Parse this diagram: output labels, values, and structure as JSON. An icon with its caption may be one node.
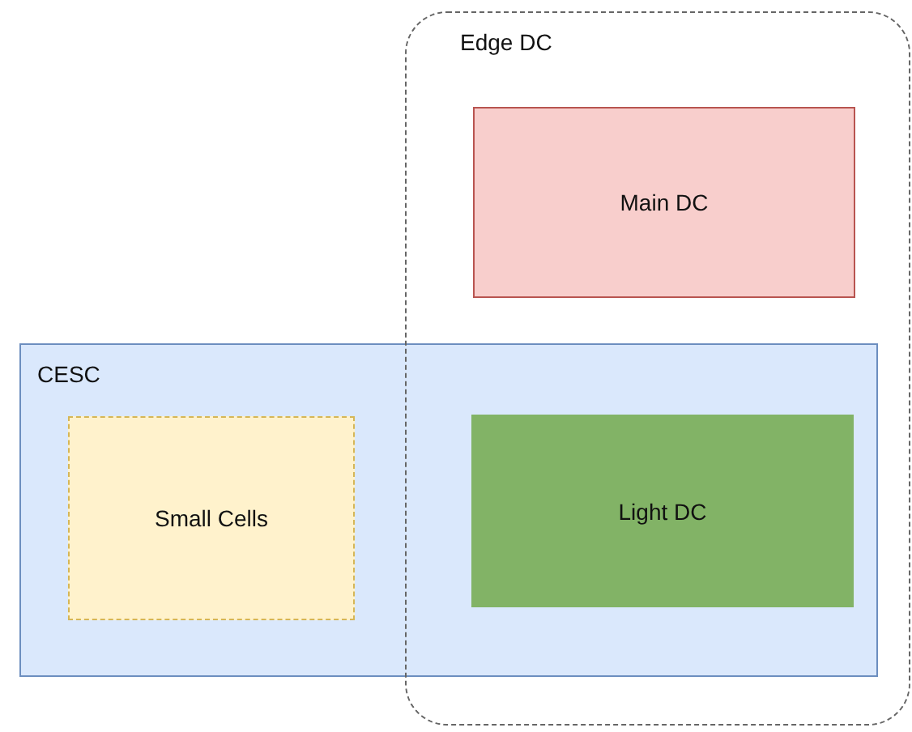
{
  "diagram": {
    "nodes": [
      {
        "text": [
          "Edge DC"
        ]
      },
      {
        "text": [
          "Main DC"
        ],
        "in": 0
      },
      {
        "text": [
          "CESC"
        ]
      },
      {
        "text": [
          "Small Cells"
        ],
        "in": 2
      },
      {
        "text": [
          "Light DC"
        ]
      }
    ]
  }
}
